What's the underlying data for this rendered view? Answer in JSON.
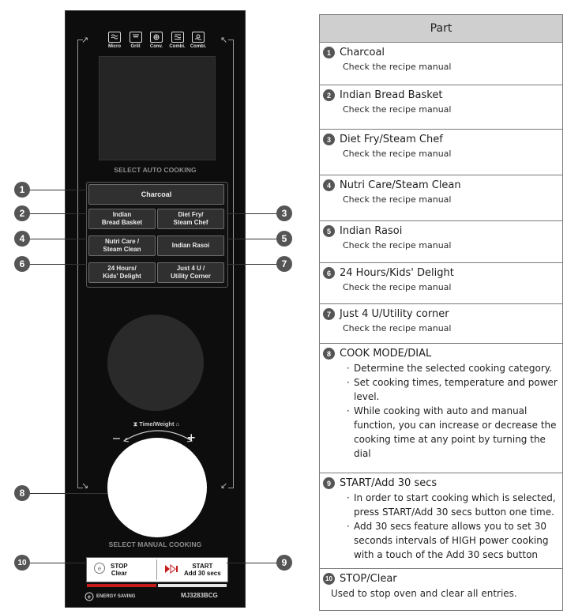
{
  "panel": {
    "modes": [
      {
        "label": "Micro",
        "icon": "micro-icon"
      },
      {
        "label": "Grill",
        "icon": "grill-icon"
      },
      {
        "label": "Conv.",
        "icon": "convection-icon"
      },
      {
        "label": "Combi.",
        "icon": "combi-icon"
      },
      {
        "label": "Combi.",
        "icon": "combi-fan-icon"
      }
    ],
    "select_auto_label": "SELECT AUTO COOKING",
    "buttons": {
      "charcoal": "Charcoal",
      "indian_bread": "Indian\nBread Basket",
      "diet_fry": "Diet Fry/\nSteam Chef",
      "nutri_care": "Nutri Care /\nSteam Clean",
      "indian_rasoi": "Indian Rasoi",
      "hours24": "24 Hours/\nKids' Delight",
      "just4u": "Just 4 U /\nUtility Corner"
    },
    "time_weight_label": "Time/Weight",
    "dial_minus": "–",
    "dial_plus": "+",
    "select_manual_label": "SELECT MANUAL COOKING",
    "stop_label": "STOP\nClear",
    "start_label": "START\nAdd 30 secs",
    "energy_label": "ENERGY SAVING",
    "model": "MJ3283BCG",
    "colors": {
      "panel": "#0d0d0d",
      "accent_red": "#c71c1c"
    }
  },
  "callouts": [
    "1",
    "2",
    "3",
    "4",
    "5",
    "6",
    "7",
    "8",
    "9",
    "10"
  ],
  "table": {
    "header": "Part",
    "rows": [
      {
        "num": "1",
        "title": "Charcoal",
        "desc": "Check the recipe manual"
      },
      {
        "num": "2",
        "title": "Indian Bread Basket",
        "desc": "Check the recipe manual"
      },
      {
        "num": "3",
        "title": "Diet Fry/Steam Chef",
        "desc": "Check the recipe manual"
      },
      {
        "num": "4",
        "title": "Nutri Care/Steam Clean",
        "desc": "Check the recipe manual"
      },
      {
        "num": "5",
        "title": "Indian Rasoi",
        "desc": "Check the recipe manual"
      },
      {
        "num": "6",
        "title": "24 Hours/Kids' Delight",
        "desc": "Check the recipe manual"
      },
      {
        "num": "7",
        "title": "Just 4 U/Utility corner",
        "desc": "Check the recipe manual"
      },
      {
        "num": "8",
        "title": "COOK MODE/DIAL",
        "bullets": [
          "Determine the selected cooking category.",
          "Set cooking times, temperature and power level.",
          "While cooking with auto and manual function, you can increase or decrease the cooking time at any point by turning the dial"
        ]
      },
      {
        "num": "9",
        "title": "START/Add 30 secs",
        "bullets": [
          "In order to start cooking which is selected, press START/Add 30 secs  button one time.",
          "Add 30 secs feature allows you to set 30 seconds intervals of HIGH power cooking with a touch of the Add 30 secs button"
        ]
      },
      {
        "num": "10",
        "title": "STOP/Clear",
        "desc": "Used to stop oven and clear all entries."
      }
    ]
  }
}
